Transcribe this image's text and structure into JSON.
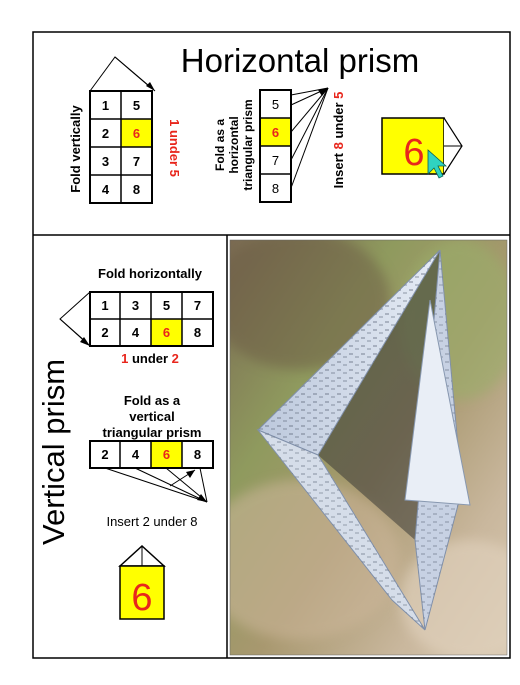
{
  "top": {
    "title": "Horizontal prism",
    "fold_vertically": "Fold vertically",
    "grid": [
      "1",
      "5",
      "2",
      "6",
      "3",
      "7",
      "4",
      "8"
    ],
    "highlight": "6",
    "one_under_five": {
      "a": "1",
      "mid": " under ",
      "b": "5"
    },
    "fold_as_horizontal": [
      "Fold as a",
      "horizontal",
      "triangular prism"
    ],
    "column": [
      "5",
      "6",
      "7",
      "8"
    ],
    "insert_eight": {
      "pre": "Insert ",
      "a": "8",
      "mid": " under ",
      "b": "5"
    },
    "result_digit": "6"
  },
  "left": {
    "side_title": "Vertical prism",
    "fold_horizontally": "Fold horizontally",
    "grid_top": [
      "1",
      "3",
      "5",
      "7"
    ],
    "grid_bottom": [
      "2",
      "4",
      "6",
      "8"
    ],
    "one_under_two": {
      "a": "1",
      "mid": " under ",
      "b": "2"
    },
    "fold_as_vertical": [
      "Fold as a",
      "vertical",
      "triangular prism"
    ],
    "row": [
      "2",
      "4",
      "6",
      "8"
    ],
    "insert_two": "Insert 2 under 8",
    "result_digit": "6"
  },
  "colors": {
    "highlight": "#ffff00",
    "red": "#e8261c",
    "cursor": "#2fd3c0"
  }
}
